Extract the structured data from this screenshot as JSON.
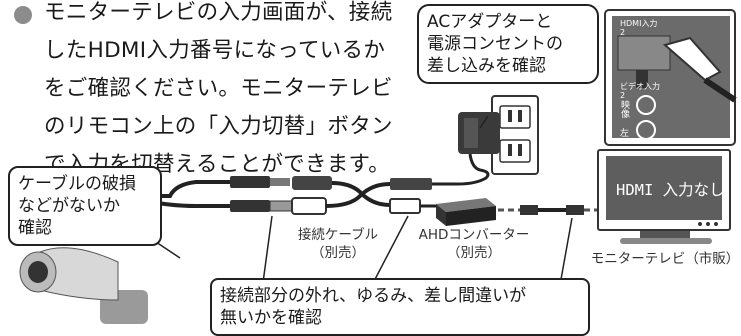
{
  "instruction": {
    "lines": [
      "モニターテレビの入力画面が、接続",
      "したHDMI入力番号になっているか",
      "をご確認ください。モニターテレビ",
      "のリモコン上の「入力切替」ボタン",
      "で入力を切替えることができます。"
    ]
  },
  "callouts": {
    "ac_adapter": [
      "ACアダプターと",
      "電源コンセントの",
      "差し込みを確認"
    ],
    "cable_damage": [
      "ケーブルの破損",
      "などがないか",
      "確認"
    ],
    "connection": [
      "接続部分の外れ、ゆるみ、差し間違いが",
      "無いかを確認"
    ]
  },
  "labels": {
    "cable": [
      "接続ケーブル",
      "（別売）"
    ],
    "converter": [
      "AHDコンバーター",
      "（別売）"
    ],
    "tv": "モニターテレビ（市販）"
  },
  "tv_screen_text": "HDMI 入力なし",
  "tv_panel_labels": {
    "hdmi": [
      "HDMI入力",
      "2"
    ],
    "video": [
      "ビデオ入力",
      "2"
    ],
    "eizo": "映像",
    "left": "左"
  },
  "colors": {
    "tv_screen": "#5e5e5e",
    "bullet": "#8c8c8c",
    "line": "#222222"
  }
}
